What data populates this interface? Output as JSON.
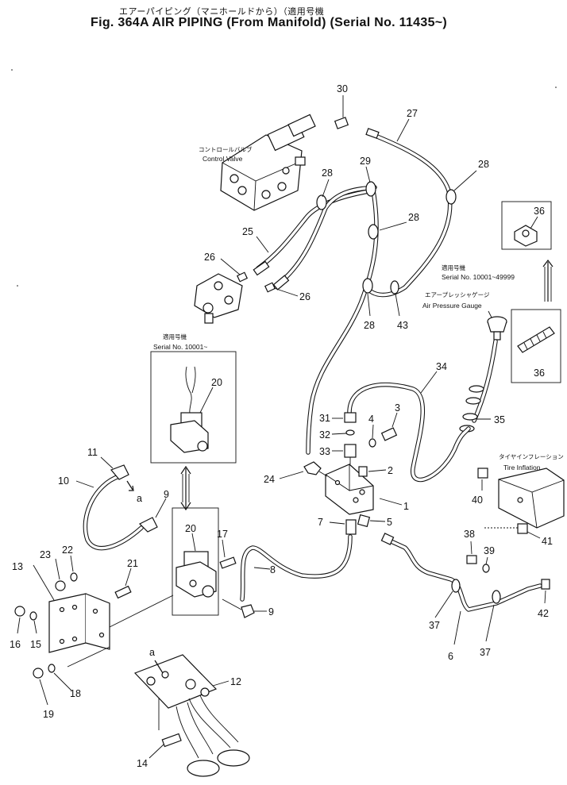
{
  "header": {
    "title_jp": "エアーパイピング（マニホールドから）（適用号機",
    "title_en": "Fig. 364A  AIR PIPING (From Manifold)  (Serial No. 11435~)"
  },
  "notes": {
    "control_valve_jp": "コントロールバルブ",
    "control_valve_en": "Control Valve",
    "serial_jp_1": "適用号機",
    "serial_en_1": "Serial No. 10001~",
    "serial_jp_2": "適用号機",
    "serial_en_2": "Serial No. 10001~49999",
    "pressure_gauge_jp": "エアープレッシャゲージ",
    "pressure_gauge_en": "Air Pressure Gauge",
    "tire_inflation_jp": "タイヤインフレーション",
    "tire_inflation_en": "Tire Inflation",
    "ref_a_top": "a",
    "ref_a_bottom": "a"
  },
  "callouts": {
    "c1": "1",
    "c2": "2",
    "c3": "3",
    "c4": "4",
    "c5": "5",
    "c6": "6",
    "c7": "7",
    "c8": "8",
    "c9a": "9",
    "c9b": "9",
    "c10": "10",
    "c11": "11",
    "c12": "12",
    "c13": "13",
    "c14": "14",
    "c15": "15",
    "c16": "16",
    "c17": "17",
    "c18": "18",
    "c19": "19",
    "c20a": "20",
    "c20b": "20",
    "c21": "21",
    "c22": "22",
    "c23": "23",
    "c24": "24",
    "c25": "25",
    "c26a": "26",
    "c26b": "26",
    "c27": "27",
    "c28a": "28",
    "c28b": "28",
    "c28c": "28",
    "c28d": "28",
    "c29": "29",
    "c30": "30",
    "c31": "31",
    "c32": "32",
    "c33": "33",
    "c34": "34",
    "c35": "35",
    "c36a": "36",
    "c36b": "36",
    "c37a": "37",
    "c37b": "37",
    "c38": "38",
    "c39": "39",
    "c40": "40",
    "c41": "41",
    "c42": "42",
    "c43": "43"
  }
}
